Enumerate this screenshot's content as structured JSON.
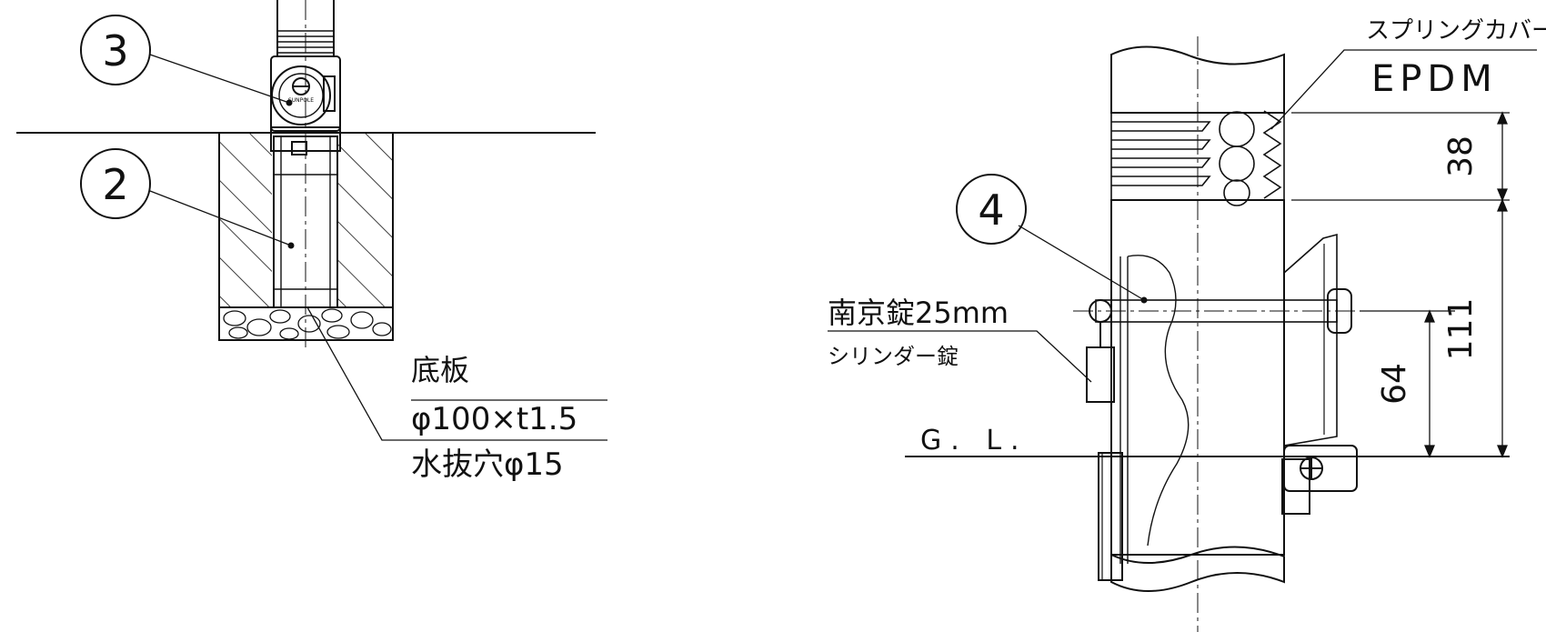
{
  "left": {
    "callout_3": "3",
    "callout_2": "2",
    "base_plate_label": "底板",
    "base_plate_spec": "φ100×t1.5",
    "drain_hole": "水抜穴φ15",
    "lock_brand": "SUNPOLE"
  },
  "right": {
    "spring_cover_label": "スプリングカバー",
    "spring_cover_material": "EPDM",
    "callout_4": "4",
    "padlock_label": "南京錠25mm",
    "cylinder_lock_label": "シリンダー錠",
    "gl_label": "G. L.",
    "dim_38": "38",
    "dim_111": "111",
    "dim_64": "64"
  },
  "colors": {
    "line": "#111111",
    "background": "#ffffff"
  }
}
